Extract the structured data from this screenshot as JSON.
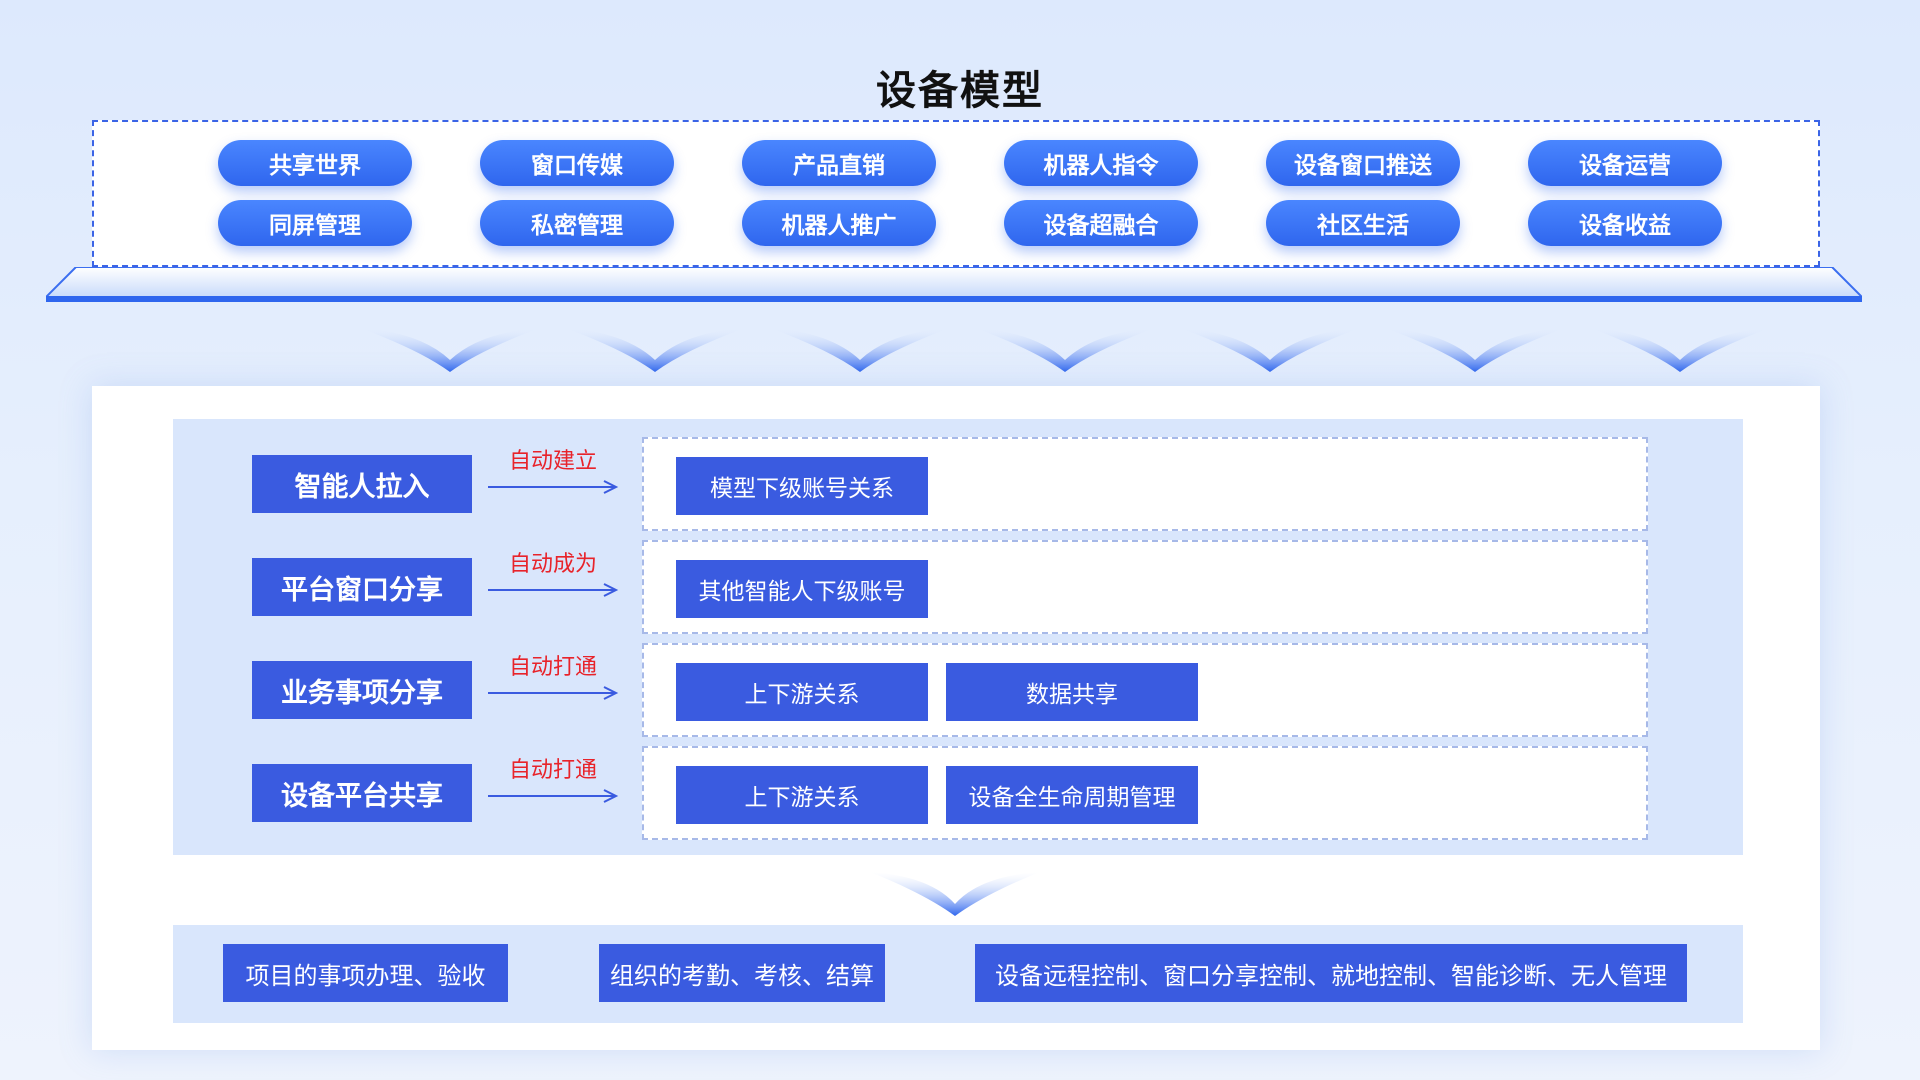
{
  "title": "设备模型",
  "pills": [
    [
      "共享世界",
      "同屏管理"
    ],
    [
      "窗口传媒",
      "私密管理"
    ],
    [
      "产品直销",
      "机器人推广"
    ],
    [
      "机器人指令",
      "设备超融合"
    ],
    [
      "设备窗口推送",
      "社区生活"
    ],
    [
      "设备运营",
      "设备收益"
    ]
  ],
  "rows": [
    {
      "label": "智能人拉入",
      "arrow_text": "自动建立",
      "chips": [
        "模型下级账号关系"
      ]
    },
    {
      "label": "平台窗口分享",
      "arrow_text": "自动成为",
      "chips": [
        "其他智能人下级账号"
      ]
    },
    {
      "label": "业务事项分享",
      "arrow_text": "自动打通",
      "chips": [
        "上下游关系",
        "数据共享"
      ]
    },
    {
      "label": "设备平台共享",
      "arrow_text": "自动打通",
      "chips": [
        "上下游关系",
        "设备全生命周期管理"
      ]
    }
  ],
  "bottom": [
    "项目的事项办理、验收",
    "组织的考勤、考核、结算",
    "设备远程控制、窗口分享控制、就地控制、智能诊断、无人管理"
  ],
  "colors": {
    "accent": "#3a5be0",
    "pill": "#2f66ee",
    "arrow_text": "#e8232a",
    "panel": "#d9e6fc"
  }
}
